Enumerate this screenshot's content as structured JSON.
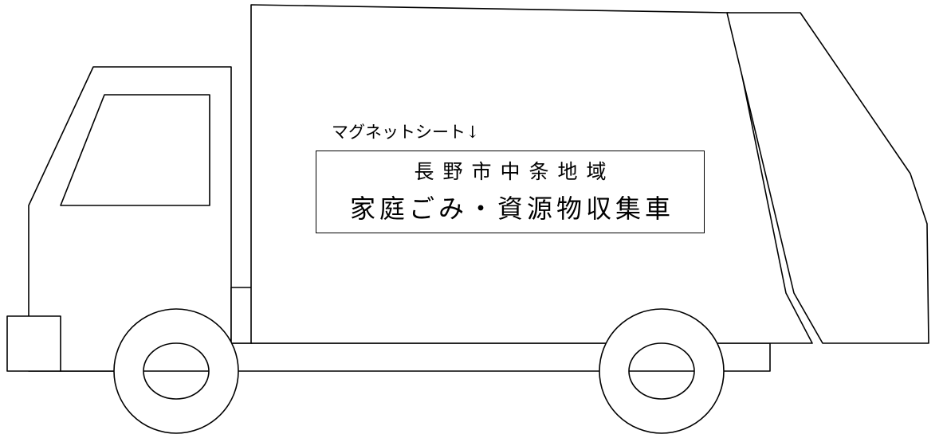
{
  "caption": "マグネットシート↓",
  "sign": {
    "line1": "長野市中条地域",
    "line2": "家庭ごみ・資源物収集車"
  },
  "colors": {
    "stroke": "#000000",
    "background": "#ffffff"
  }
}
